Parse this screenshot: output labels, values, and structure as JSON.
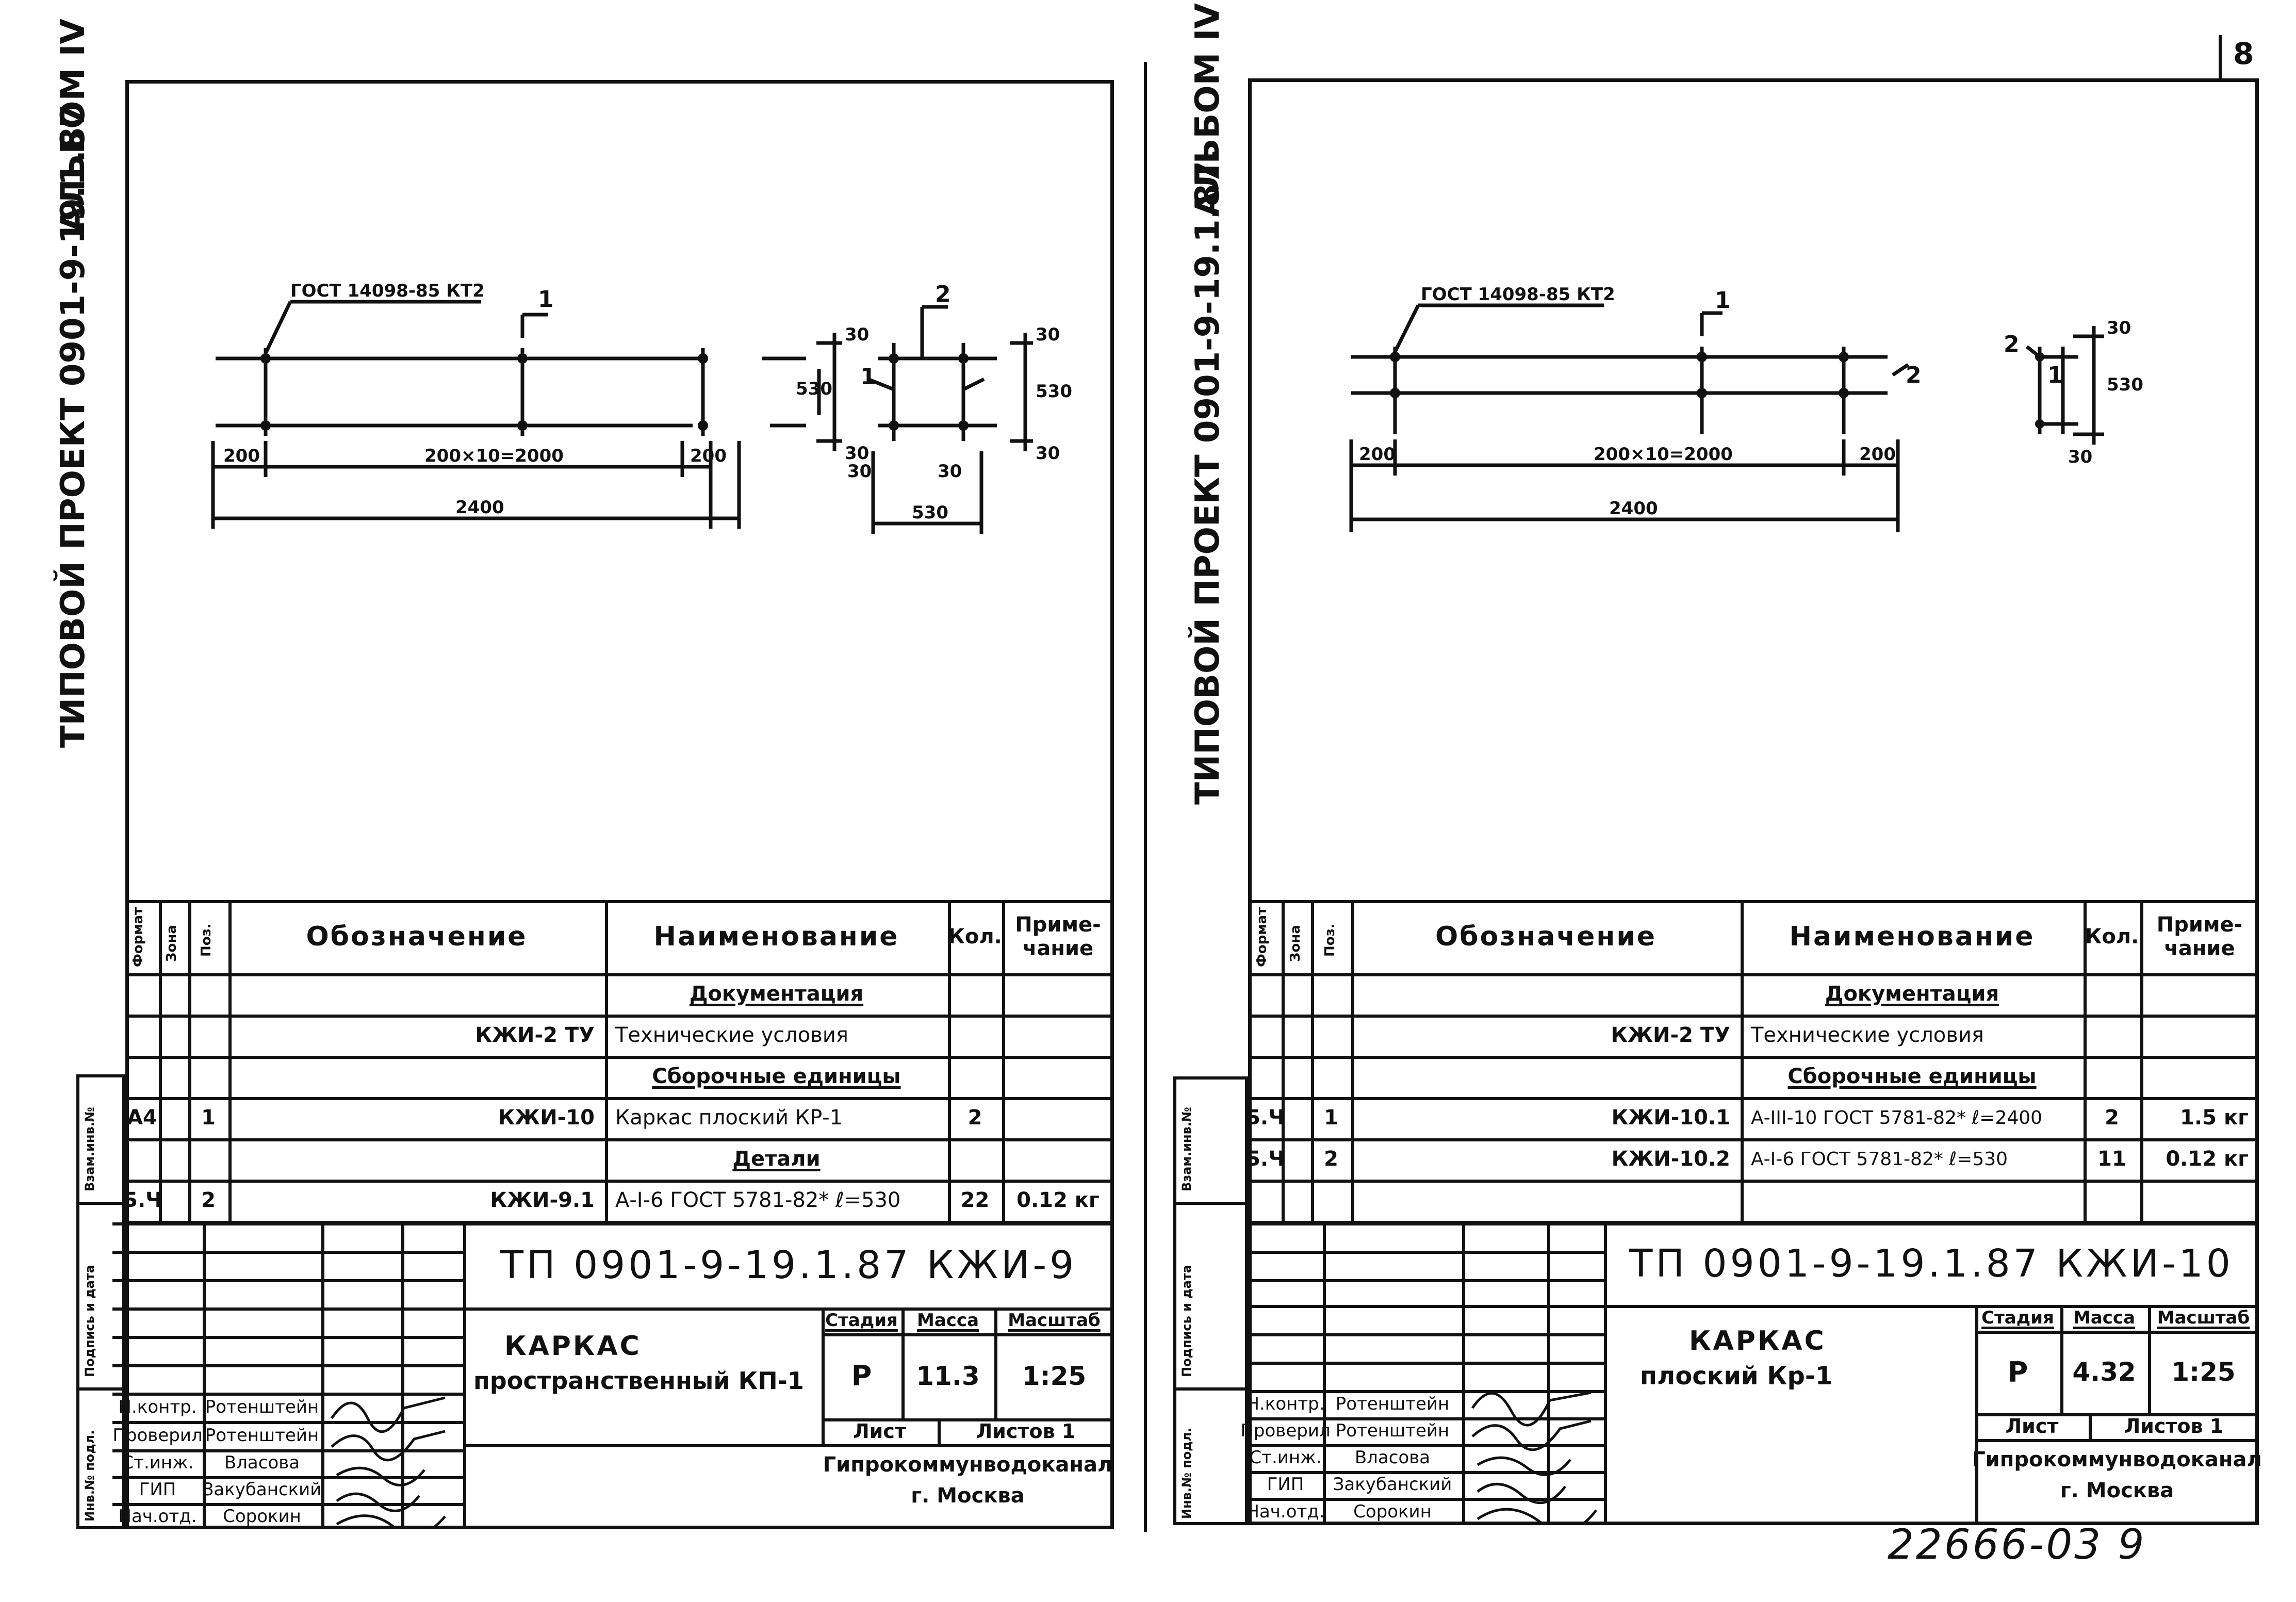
{
  "page_number": "8",
  "document_stamp": "22666-03  9",
  "sheets": [
    {
      "id": "left",
      "side_title": "ТИПОВОЙ ПРОЕКТ 0901-9-19.1.87",
      "side_album": "АЛЬБОМ IV",
      "drawing": {
        "weld_note": "ГОСТ 14098-85 КТ2",
        "pos1": "1",
        "pos2": "2",
        "dim_200_left": "200",
        "dim_mid": "200×10=2000",
        "dim_200_right": "200",
        "dim_total": "2400",
        "dim_30_top": "30",
        "dim_530_v": "530",
        "dim_30_bottom": "30",
        "sec_30_top": "30",
        "sec_530_v": "530",
        "sec_30_bottom": "30",
        "sec_30_left": "30",
        "sec_30_right": "30",
        "sec_530_h": "530"
      },
      "spec": {
        "col_format": "Формат",
        "col_zone": "Зона",
        "col_pos": "Поз.",
        "col_designation": "Обозначение",
        "col_name": "Наименование",
        "col_qty": "Кол.",
        "col_note": "Приме-чание",
        "rows": [
          {
            "format": "",
            "pos": "",
            "designation": "",
            "name": "Документация",
            "qty": "",
            "note": "",
            "section": true
          },
          {
            "format": "",
            "pos": "",
            "designation": "КЖИ-2 ТУ",
            "name": "Технические условия",
            "qty": "",
            "note": "",
            "section": false
          },
          {
            "format": "",
            "pos": "",
            "designation": "",
            "name": "Сборочные единицы",
            "qty": "",
            "note": "",
            "section": true
          },
          {
            "format": "А4",
            "pos": "1",
            "designation": "КЖИ-10",
            "name": "Каркас плоский  КР-1",
            "qty": "2",
            "note": "",
            "section": false
          },
          {
            "format": "",
            "pos": "",
            "designation": "",
            "name": "Детали",
            "qty": "",
            "note": "",
            "section": true
          },
          {
            "format": "Б.Ч",
            "pos": "2",
            "designation": "КЖИ-9.1",
            "name": "А-I-6 ГОСТ 5781-82* ℓ=530",
            "qty": "22",
            "note": "0.12 кг",
            "section": false
          }
        ]
      },
      "title_block": {
        "code": "ТП 0901-9-19.1.87  КЖИ-9",
        "name_line1": "КАРКАС",
        "name_line2": "пространственный  КП-1",
        "stage_label": "Стадия",
        "mass_label": "Масса",
        "scale_label": "Масштаб",
        "stage": "Р",
        "mass": "11.3",
        "scale": "1:25",
        "sheet_label": "Лист",
        "sheets_label": "Листов 1",
        "org_line1": "Гипрокоммунводоканал",
        "org_line2": "г. Москва",
        "signers": [
          {
            "role": "Н.контр.",
            "name": "Ротенштейн"
          },
          {
            "role": "Проверил",
            "name": "Ротенштейн"
          },
          {
            "role": "Ст.инж.",
            "name": "Власова"
          },
          {
            "role": "ГИП",
            "name": "Закубанский"
          },
          {
            "role": "Нач.отд.",
            "name": "Сорокин"
          }
        ]
      },
      "margin_labels": [
        "Взам.инв.№",
        "Подпись и дата",
        "Инв.№ подл."
      ]
    },
    {
      "id": "right",
      "side_title": "ТИПОВОЙ ПРОЕКТ 0901-9-19.1.87.",
      "side_album": "АЛЬБОМ IV",
      "drawing": {
        "weld_note": "ГОСТ 14098-85 КТ2",
        "pos1": "1",
        "pos2": "2",
        "dim_200_left": "200",
        "dim_mid": "200×10=2000",
        "dim_200_right": "200",
        "dim_total": "2400",
        "sec_30_top": "30",
        "sec_530_v": "530",
        "sec_30_bottom": "30"
      },
      "spec": {
        "col_format": "Формат",
        "col_zone": "Зона",
        "col_pos": "Поз.",
        "col_designation": "Обозначение",
        "col_name": "Наименование",
        "col_qty": "Кол.",
        "col_note": "Приме-чание",
        "rows": [
          {
            "format": "",
            "pos": "",
            "designation": "",
            "name": "Документация",
            "qty": "",
            "note": "",
            "section": true
          },
          {
            "format": "",
            "pos": "",
            "designation": "КЖИ-2 ТУ",
            "name": "Технические условия",
            "qty": "",
            "note": "",
            "section": false
          },
          {
            "format": "",
            "pos": "",
            "designation": "",
            "name": "Сборочные единицы",
            "qty": "",
            "note": "",
            "section": true
          },
          {
            "format": "Б.Ч",
            "pos": "1",
            "designation": "КЖИ-10.1",
            "name": "А-III-10 ГОСТ 5781-82* ℓ=2400",
            "qty": "2",
            "note": "1.5 кг",
            "section": false
          },
          {
            "format": "Б.Ч",
            "pos": "2",
            "designation": "КЖИ-10.2",
            "name": "А-I-6 ГОСТ 5781-82* ℓ=530",
            "qty": "11",
            "note": "0.12 кг",
            "section": false
          },
          {
            "format": "",
            "pos": "",
            "designation": "",
            "name": "",
            "qty": "",
            "note": "",
            "section": false
          }
        ]
      },
      "title_block": {
        "code": "ТП 0901-9-19.1.87  КЖИ-10",
        "name_line1": "КАРКАС",
        "name_line2": "плоский  Кр-1",
        "stage_label": "Стадия",
        "mass_label": "Масса",
        "scale_label": "Масштаб",
        "stage": "Р",
        "mass": "4.32",
        "scale": "1:25",
        "sheet_label": "Лист",
        "sheets_label": "Листов 1",
        "org_line1": "Гипрокоммунводоканал",
        "org_line2": "г. Москва",
        "signers": [
          {
            "role": "Н.контр.",
            "name": "Ротенштейн"
          },
          {
            "role": "Проверил",
            "name": "Ротенштейн"
          },
          {
            "role": "Ст.инж.",
            "name": "Власова"
          },
          {
            "role": "ГИП",
            "name": "Закубанский"
          },
          {
            "role": "Нач.отд.",
            "name": "Сорокин"
          }
        ]
      },
      "margin_labels": [
        "Взам.инв.№",
        "Подпись и дата",
        "Инв.№ подл."
      ]
    }
  ]
}
